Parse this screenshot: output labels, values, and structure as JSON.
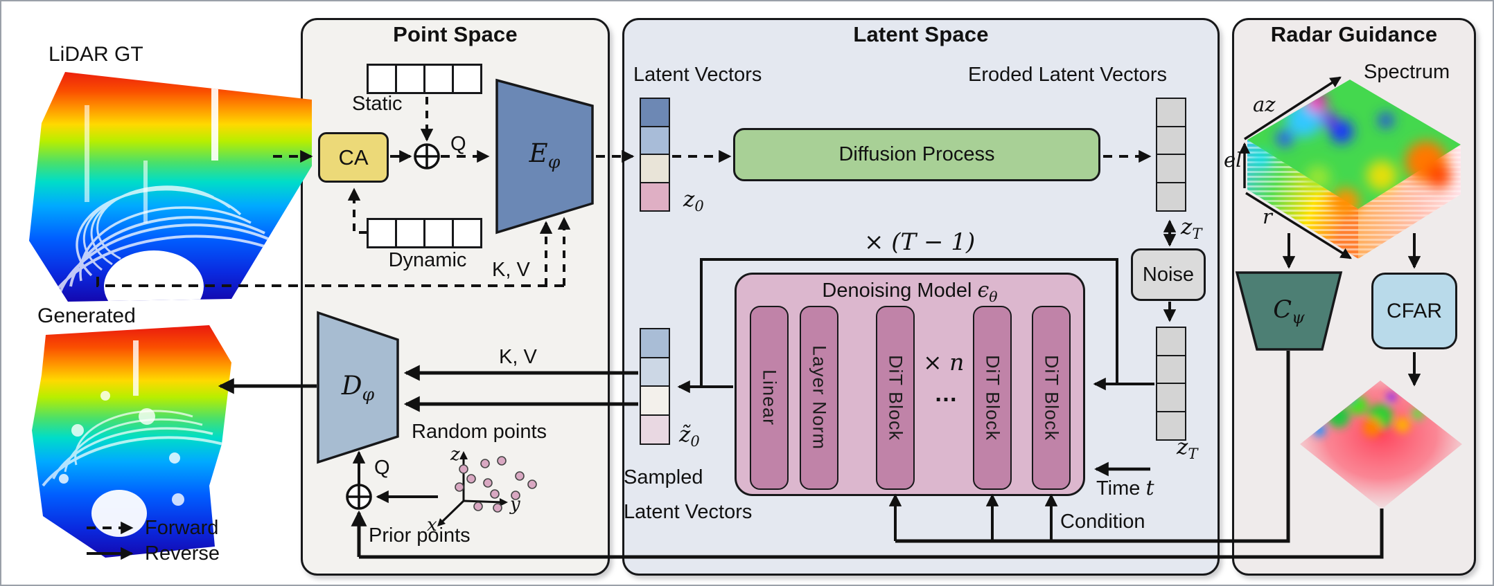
{
  "legend": {
    "forward": "Forward",
    "reverse": "Reverse"
  },
  "point_space": {
    "title": "Point Space",
    "lidar_gt": "LiDAR GT",
    "generated": "Generated",
    "ca": "CA",
    "static": "Static",
    "dynamic": "Dynamic",
    "q_encoder": "Q",
    "q_decoder": "Q",
    "kv_encoder": "K, V",
    "kv_decoder": "K, V",
    "encoder": {
      "base": "E",
      "sub": "φ"
    },
    "decoder": {
      "base": "D",
      "sub": "φ"
    },
    "random_points": "Random points",
    "prior_points": "Prior points",
    "axes": {
      "x": "x",
      "y": "y",
      "z": "z"
    }
  },
  "latent_space": {
    "title": "Latent Space",
    "latent_vectors_label": "Latent Vectors",
    "eroded_label": "Eroded Latent Vectors",
    "diffusion_process": "Diffusion Process",
    "z0": {
      "base": "z",
      "sub": "0"
    },
    "zT_top": {
      "base": "z",
      "sub": "T"
    },
    "zT_bottom": {
      "base": "z",
      "sub": "T"
    },
    "noise": "Noise",
    "loop_count": "× (T − 1)",
    "denoising": {
      "title": "Denoising Model",
      "eps": "ϵ",
      "eps_sub": "θ",
      "bars": [
        "Linear",
        "Layer Norm",
        "DiT Block",
        "DiT Block",
        "DiT Block"
      ],
      "repeat": "× n",
      "ellipsis": "…"
    },
    "sampled_label_1": "Sampled",
    "sampled_label_2": "Latent Vectors",
    "z0_tilde": {
      "base": "z̃",
      "sub": "0"
    },
    "time": {
      "label": "Time",
      "var": "t"
    },
    "condition": "Condition",
    "z0_colors": [
      "#6d88b4",
      "#a8bcd8",
      "#e9e4d8",
      "#dfafc4"
    ],
    "eroded_colors": [
      "#d4d4d4",
      "#d4d4d4",
      "#d4d4d4",
      "#d4d4d4"
    ],
    "zT_colors": [
      "#d4d4d4",
      "#d4d4d4",
      "#d4d4d4",
      "#d4d4d4"
    ],
    "sampled_colors": [
      "#a9bdd6",
      "#ccd7e5",
      "#f3f0eb",
      "#e9d8e2"
    ]
  },
  "radar": {
    "title": "Radar Guidance",
    "spectrum": "Spectrum",
    "az": "az",
    "el": "el",
    "r": "r",
    "classifier": {
      "base": "C",
      "sub": "ψ"
    },
    "cfar": "CFAR"
  },
  "colors": {
    "panel_point": "#f3f2ef",
    "panel_latent": "#e4e8f0",
    "panel_radar": "#efebeb",
    "ca": "#ecd978",
    "encoder": "#6b88b5",
    "decoder": "#a7bcd1",
    "diffusion": "#a8d096",
    "noise": "#dbdbdb",
    "denoise_bg": "#dcb7ce",
    "denoise_bar": "#c083a8",
    "cfar": "#b9daea",
    "classifier": "#4d7f74"
  }
}
